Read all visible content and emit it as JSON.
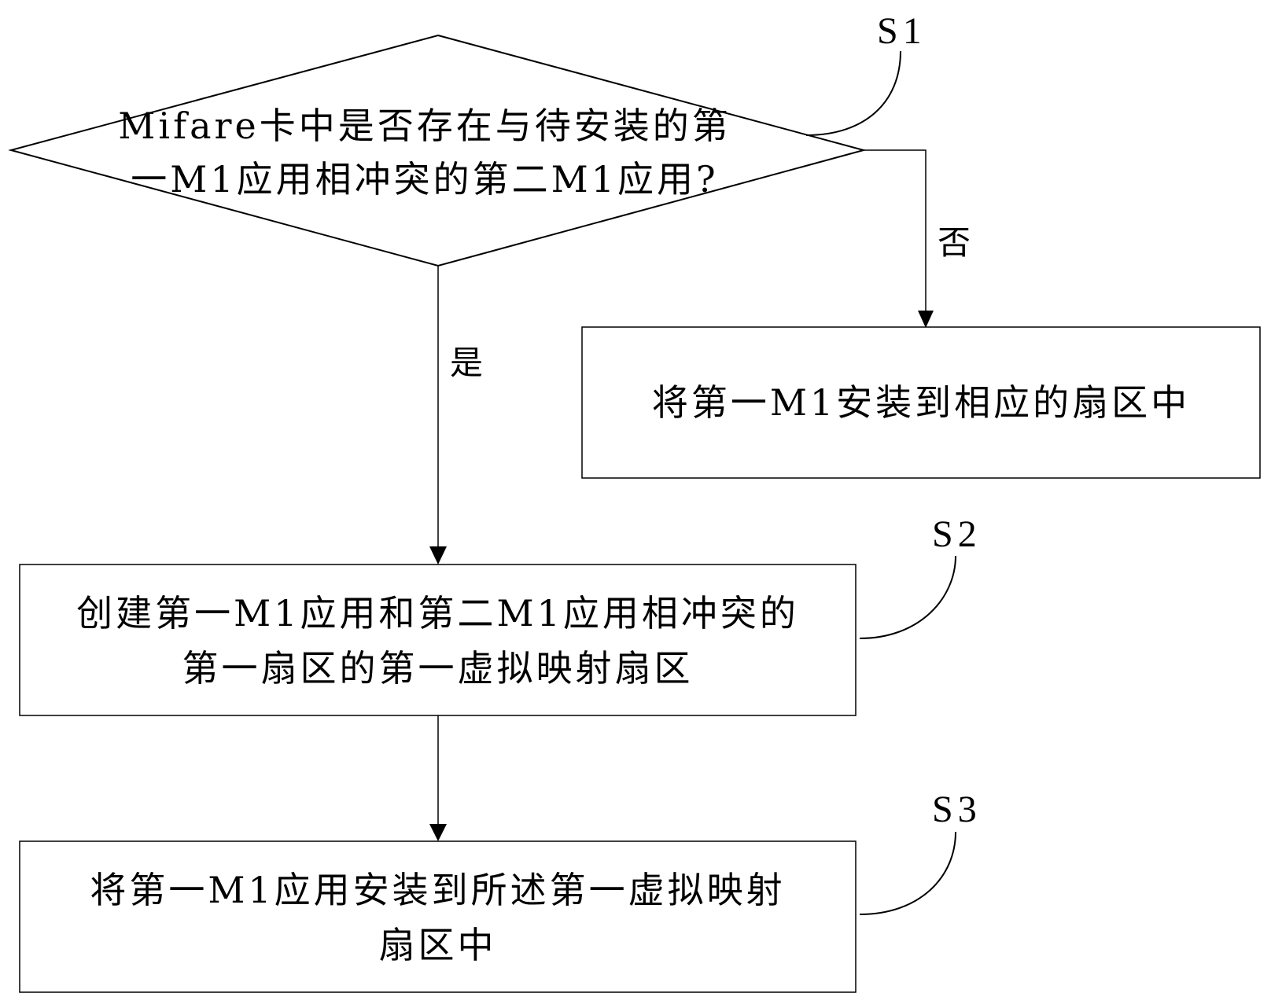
{
  "diagram": {
    "decision": {
      "line1": "Mifare卡中是否存在与待安装的第",
      "line2": "一M1应用相冲突的第二M1应用?",
      "step": "S1"
    },
    "branch_no": {
      "label": "否"
    },
    "branch_yes": {
      "label": "是"
    },
    "box_no": {
      "text": "将第一M1安装到相应的扇区中"
    },
    "box_s2": {
      "line1": "创建第一M1应用和第二M1应用相冲突的",
      "line2": "第一扇区的第一虚拟映射扇区",
      "step": "S2"
    },
    "box_s3": {
      "line1": "将第一M1应用安装到所述第一虚拟映射",
      "line2": "扇区中",
      "step": "S3"
    }
  }
}
